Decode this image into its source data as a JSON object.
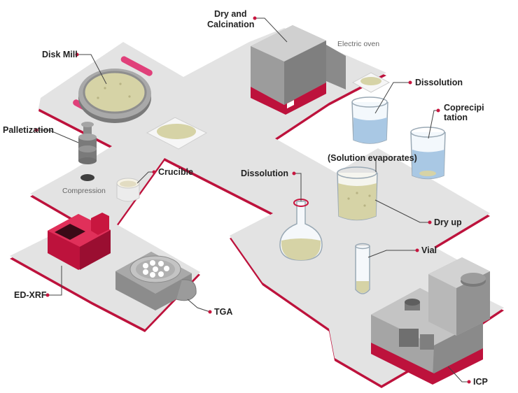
{
  "labels": {
    "dry_calcination_1": "Dry and",
    "dry_calcination_2": "Calcination",
    "electric_oven": "Electric oven",
    "disk_mill": "Disk Mill",
    "palletization": "Palletization",
    "compression": "Compression",
    "crucible": "Crucible",
    "dissolution_top": "Dissolution",
    "coprecipitation_1": "Coprecipi",
    "coprecipitation_2": "tation",
    "solution_evaporates": "(Solution evaporates)",
    "dissolution_left": "Dissolution",
    "dry_up": "Dry up",
    "vial": "Vial",
    "ed_xrf": "ED-XRF",
    "tga": "TGA",
    "icp": "ICP"
  },
  "colors": {
    "platform_top": "#e3e3e3",
    "platform_edge": "#bd123c",
    "accent": "#c8163f",
    "machine_gray": "#9b9b9b",
    "powder": "#d6d3a6",
    "liquid": "#a9c8e4"
  }
}
